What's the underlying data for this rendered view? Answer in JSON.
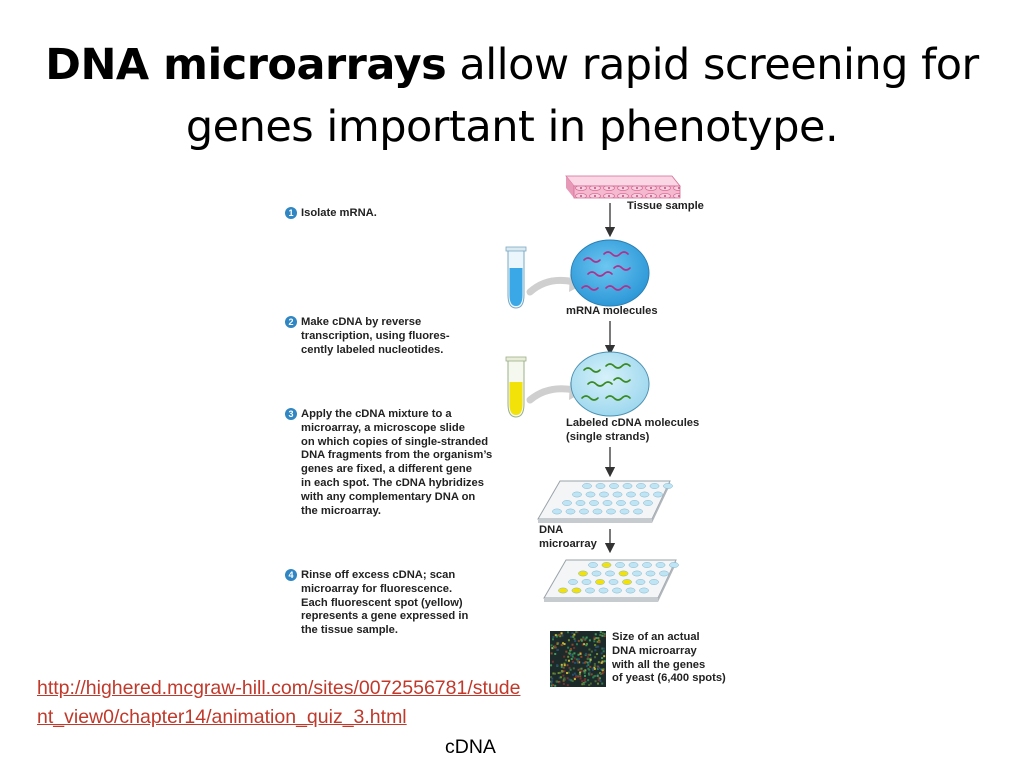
{
  "slide": {
    "title_bold": "DNA microarrays",
    "title_rest": " allow rapid screening for genes important in phenotype."
  },
  "steps": [
    {
      "num": "1",
      "text": "Isolate mRNA."
    },
    {
      "num": "2",
      "text": "Make cDNA by reverse\ntranscription, using fluores-\ncently labeled nucleotides."
    },
    {
      "num": "3",
      "text": "Apply the cDNA mixture to a\nmicroarray, a microscope slide\non which copies of single-stranded\nDNA fragments from the organism’s\ngenes are fixed, a different gene\nin each spot. The cDNA hybridizes\nwith any complementary DNA on\nthe microarray."
    },
    {
      "num": "4",
      "text": "Rinse off excess cDNA; scan\nmicroarray for fluorescence.\nEach fluorescent spot (yellow)\nrepresents a gene expressed in\nthe tissue sample."
    }
  ],
  "labels": {
    "tissue": "Tissue sample",
    "mrna": "mRNA molecules",
    "labeled_cdna": "Labeled cDNA molecules\n(single strands)",
    "microarray": "DNA\nmicroarray",
    "actual_size": "Size of an actual\nDNA microarray\nwith all the genes\nof yeast  (6,400 spots)"
  },
  "footer": {
    "link": "http://highered.mcgraw-hill.com/sites/0072556781/student_view0/chapter14/animation_quiz_3.html",
    "caption": "cDNA"
  },
  "colors": {
    "step_badge": "#2f86c2",
    "mrna_circle": "#3aa8e6",
    "mrna_strand": "#b0308e",
    "cdna_circle": "#aee0f2",
    "cdna_strand": "#3a8a22",
    "tube_blue": "#3aa8e6",
    "tube_yellow": "#f2e20a",
    "tissue": "#f4b8cf",
    "spot_empty": "#bfe4f4",
    "spot_yellow": "#f2e20a",
    "link": "#c0392b"
  }
}
